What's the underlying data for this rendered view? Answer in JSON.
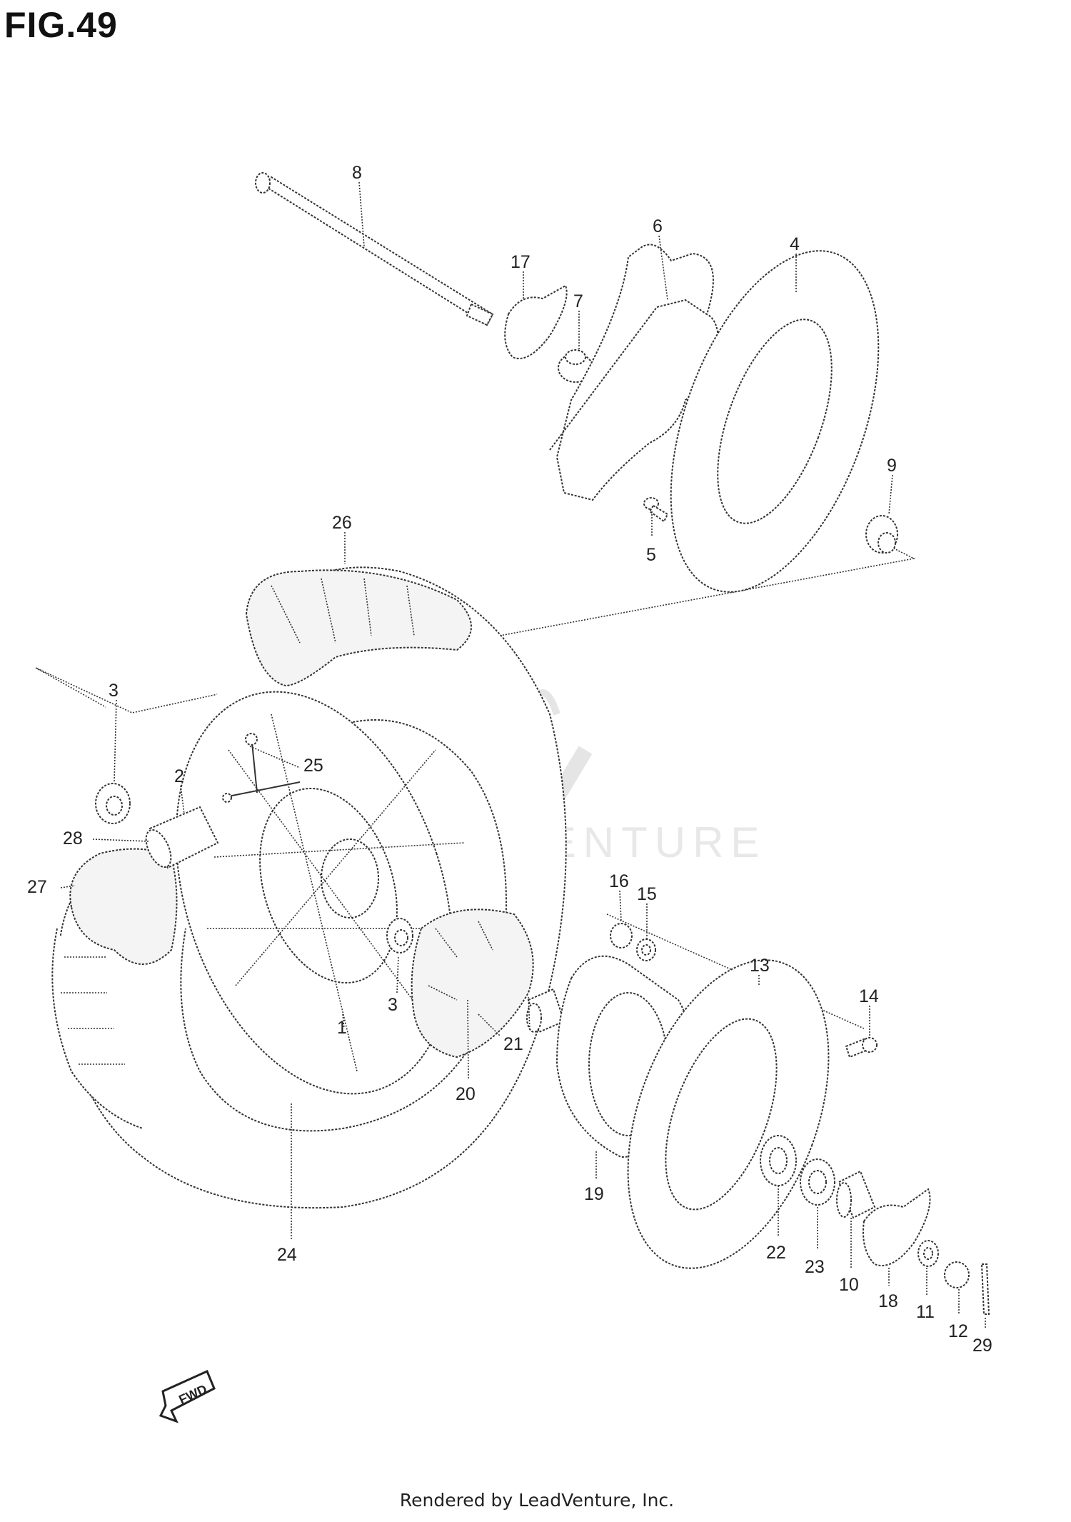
{
  "figure": {
    "title": "FIG.49"
  },
  "watermark": {
    "text": "LEADVENTURE"
  },
  "direction_marker": {
    "label": "FWD"
  },
  "footer": {
    "text": "Rendered by LeadVenture, Inc."
  },
  "callouts": {
    "c1": "1",
    "c2": "2",
    "c3a": "3",
    "c3b": "3",
    "c4": "4",
    "c5": "5",
    "c6": "6",
    "c7": "7",
    "c8": "8",
    "c9": "9",
    "c10": "10",
    "c11": "11",
    "c12": "12",
    "c13": "13",
    "c14": "14",
    "c15": "15",
    "c16": "16",
    "c17": "17",
    "c18": "18",
    "c19": "19",
    "c20": "20",
    "c21": "21",
    "c22": "22",
    "c23": "23",
    "c24": "24",
    "c25": "25",
    "c26": "26",
    "c27": "27",
    "c28": "28",
    "c29": "29"
  }
}
